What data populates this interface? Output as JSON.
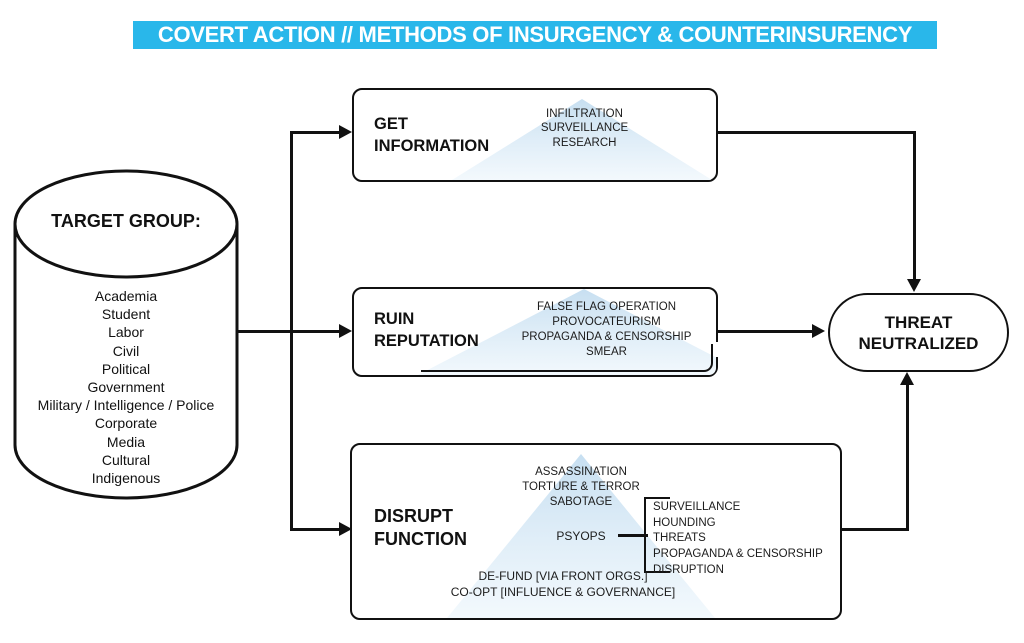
{
  "title": "COVERT ACTION // METHODS OF INSURGENCY & COUNTERINSURENCY",
  "colors": {
    "banner_bg": "#29b7ea",
    "banner_text": "#ffffff",
    "line": "#111111",
    "pyramid_top": "#c7dff1",
    "pyramid_bottom": "#f3f9fd"
  },
  "target_group": {
    "label": "TARGET GROUP:",
    "items": [
      "Academia",
      "Student",
      "Labor",
      "Civil",
      "Political",
      "Government",
      "Military / Intelligence / Police",
      "Corporate",
      "Media",
      "Cultural",
      "Indigenous"
    ]
  },
  "boxes": {
    "get_information": {
      "line1": "GET",
      "line2": "INFORMATION",
      "pyramid": [
        "INFILTRATION",
        "SURVEILLANCE",
        "RESEARCH"
      ]
    },
    "ruin_reputation": {
      "line1": "RUIN",
      "line2": "REPUTATION",
      "pyramid": [
        "FALSE FLAG OPERATION",
        "PROVOCATEURISM",
        "PROPAGANDA & CENSORSHIP",
        "SMEAR"
      ]
    },
    "disrupt_function": {
      "line1": "DISRUPT",
      "line2": "FUNCTION",
      "pyramid_top": [
        "ASSASSINATION",
        "TORTURE & TERROR",
        "SABOTAGE"
      ],
      "pyramid_mid": "PSYOPS",
      "pyramid_base": [
        "DE-FUND [VIA FRONT ORGS.]",
        "CO-OPT [INFLUENCE & GOVERNANCE]"
      ],
      "bracket": [
        "SURVEILLANCE",
        "HOUNDING",
        "THREATS",
        "PROPAGANDA & CENSORSHIP",
        "DISRUPTION"
      ]
    }
  },
  "outcome": {
    "line1": "THREAT",
    "line2": "NEUTRALIZED"
  }
}
